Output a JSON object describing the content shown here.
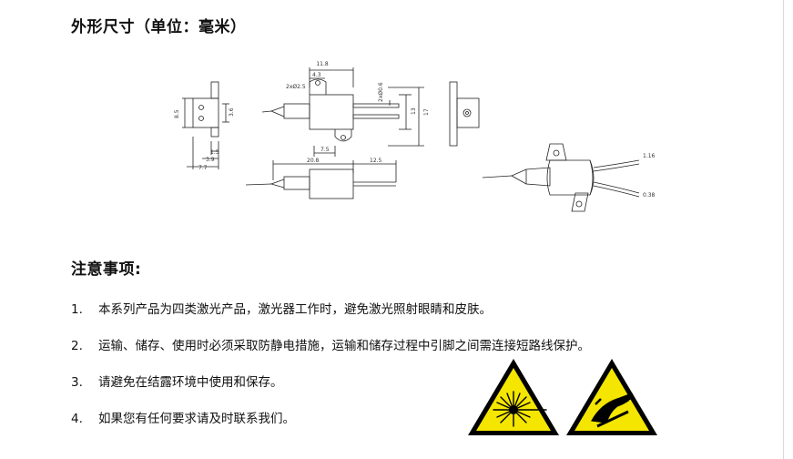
{
  "dimensions": {
    "title": "外形尺寸（单位：毫米）",
    "labels": {
      "d11_8": "11.8",
      "d4_3": "4.3",
      "hole": "2xØ2.5",
      "pin": "2xØ0.6",
      "d13": "13",
      "d17": "17",
      "d8_5": "8.5",
      "d3_6": "3.6",
      "d1_5": "1.5",
      "d3_9": "3.9",
      "d7_7": "7.7",
      "d7_5": "7.5",
      "d20_8": "20.8",
      "d12_5": "12.5",
      "lead_top": "1.16",
      "lead_bottom": "0.38"
    }
  },
  "notes": {
    "title": "注意事项:",
    "items": [
      {
        "num": "1.",
        "text": "本系列产品为四类激光产品，激光器工作时，避免激光照射眼睛和皮肤。"
      },
      {
        "num": "2.",
        "text": "运输、储存、使用时必须采取防静电措施，运输和储存过程中引脚之间需连接短路线保护。"
      },
      {
        "num": "3.",
        "text": "请避免在结露环境中使用和保存。"
      },
      {
        "num": "4.",
        "text": "如果您有任何要求请及时联系我们。"
      }
    ]
  },
  "colors": {
    "warning_yellow": "#f4e600",
    "outline": "#000000"
  },
  "icons": [
    "laser-warning-icon",
    "esd-warning-icon"
  ]
}
